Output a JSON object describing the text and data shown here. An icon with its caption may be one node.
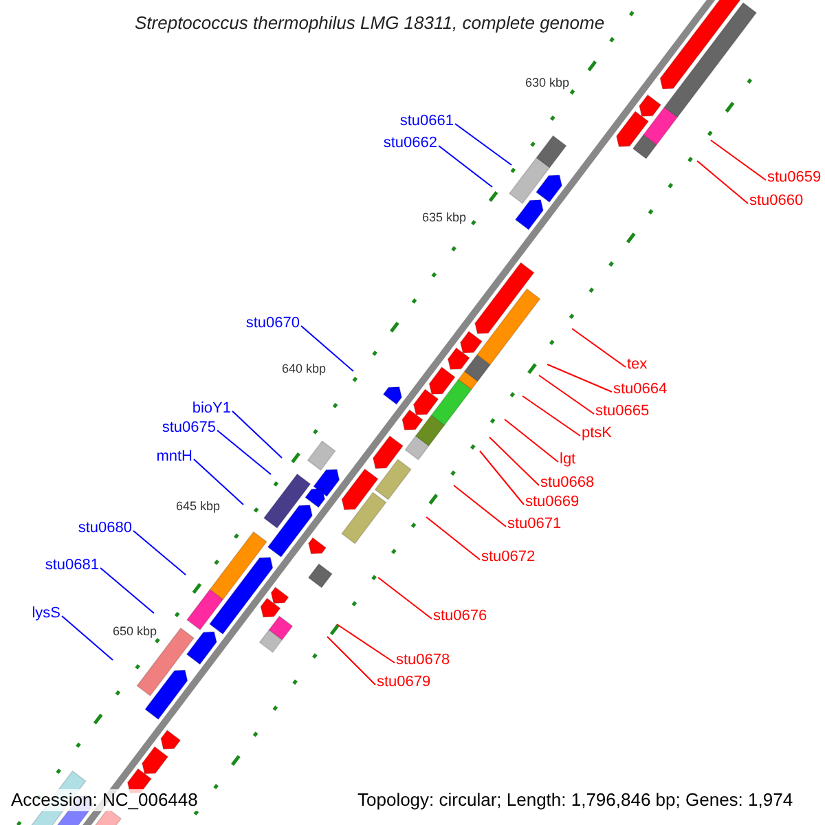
{
  "diagram": {
    "title": "Streptococcus thermophilus LMG 18311, complete genome",
    "nodes": [
      {
        "text": [
          "stu0661"
        ]
      },
      {
        "text": [
          "stu0662"
        ]
      },
      {
        "text": [
          "stu0659"
        ]
      },
      {
        "text": [
          "stu0660"
        ]
      },
      {
        "text": [
          "stu0670"
        ]
      },
      {
        "text": [
          "tex"
        ]
      },
      {
        "text": [
          "stu0664"
        ]
      },
      {
        "text": [
          "stu0665"
        ]
      },
      {
        "text": [
          "bioY1"
        ]
      },
      {
        "text": [
          "ptsK"
        ]
      },
      {
        "text": [
          "stu0675"
        ]
      },
      {
        "text": [
          "mntH"
        ]
      },
      {
        "text": [
          "lgt"
        ]
      },
      {
        "text": [
          "stu0668"
        ]
      },
      {
        "text": [
          "stu0669"
        ]
      },
      {
        "text": [
          "stu0671"
        ]
      },
      {
        "text": [
          "stu0680"
        ]
      },
      {
        "text": [
          "stu0672"
        ]
      },
      {
        "text": [
          "stu0681"
        ]
      },
      {
        "text": [
          "lysS"
        ]
      },
      {
        "text": [
          "stu0676"
        ]
      },
      {
        "text": [
          "stu0678"
        ]
      },
      {
        "text": [
          "stu0679"
        ]
      }
    ],
    "edges": [
      {
        "from": 0,
        "to": null,
        "arrow": "none",
        "color": "#0000ff"
      },
      {
        "from": 1,
        "to": null,
        "arrow": "none",
        "color": "#0000ff"
      },
      {
        "from": 2,
        "to": null,
        "arrow": "none"
      },
      {
        "from": 3,
        "to": null,
        "arrow": "none"
      },
      {
        "from": 4,
        "to": null,
        "arrow": "none",
        "color": "#0000ff"
      },
      {
        "from": 5,
        "to": null,
        "arrow": "none"
      },
      {
        "from": 6,
        "to": null,
        "arrow": "none"
      },
      {
        "from": 7,
        "to": null,
        "arrow": "none"
      },
      {
        "from": 8,
        "to": null,
        "arrow": "none",
        "color": "#0000ff"
      },
      {
        "from": 9,
        "to": null,
        "arrow": "none"
      },
      {
        "from": 10,
        "to": null,
        "arrow": "none",
        "color": "#0000ff"
      },
      {
        "from": 11,
        "to": null,
        "arrow": "none",
        "color": "#0000ff"
      },
      {
        "from": 12,
        "to": null,
        "arrow": "none"
      },
      {
        "from": 13,
        "to": null,
        "arrow": "none"
      },
      {
        "from": 14,
        "to": null,
        "arrow": "none"
      },
      {
        "from": 15,
        "to": null,
        "arrow": "none"
      },
      {
        "from": 16,
        "to": null,
        "arrow": "none",
        "color": "#0000ff"
      },
      {
        "from": 17,
        "to": null,
        "arrow": "none"
      },
      {
        "from": 18,
        "to": null,
        "arrow": "none",
        "color": "#0000ff"
      },
      {
        "from": 19,
        "to": null,
        "arrow": "none",
        "color": "#0000ff"
      },
      {
        "from": 20,
        "to": null,
        "arrow": "none"
      },
      {
        "from": 21,
        "to": null,
        "arrow": "none"
      },
      {
        "from": 22,
        "to": null,
        "arrow": "none"
      }
    ],
    "labels": [
      "630 kbp",
      "635 kbp",
      "640 kbp",
      "645 kbp",
      "650 kbp",
      "Accession: NC_006448",
      "Topology: circular; Length: 1,796,846 bp; Genes: 1,974"
    ]
  }
}
